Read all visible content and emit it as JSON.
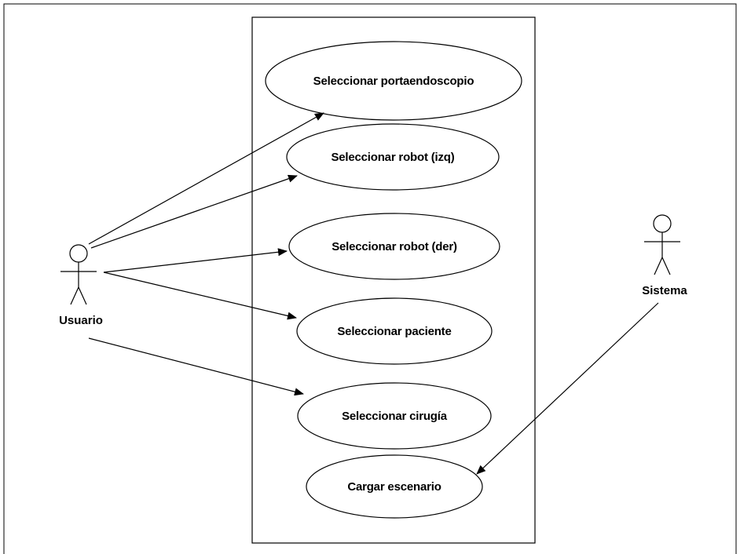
{
  "actors": {
    "user": {
      "label": "Usuario"
    },
    "system": {
      "label": "Sistema"
    }
  },
  "use_cases": [
    {
      "id": "uc-portaendoscopio",
      "label": "Seleccionar portaendoscopio"
    },
    {
      "id": "uc-robot-izq",
      "label": "Seleccionar robot (izq)"
    },
    {
      "id": "uc-robot-der",
      "label": "Seleccionar robot (der)"
    },
    {
      "id": "uc-paciente",
      "label": "Seleccionar paciente"
    },
    {
      "id": "uc-cirugia",
      "label": "Seleccionar cirugía"
    },
    {
      "id": "uc-cargar-escenario",
      "label": "Cargar escenario"
    }
  ],
  "associations": [
    {
      "from": "user",
      "to": "uc-portaendoscopio"
    },
    {
      "from": "user",
      "to": "uc-robot-izq"
    },
    {
      "from": "user",
      "to": "uc-robot-der"
    },
    {
      "from": "user",
      "to": "uc-paciente"
    },
    {
      "from": "user",
      "to": "uc-cirugia"
    },
    {
      "from": "system",
      "to": "uc-cargar-escenario"
    }
  ]
}
